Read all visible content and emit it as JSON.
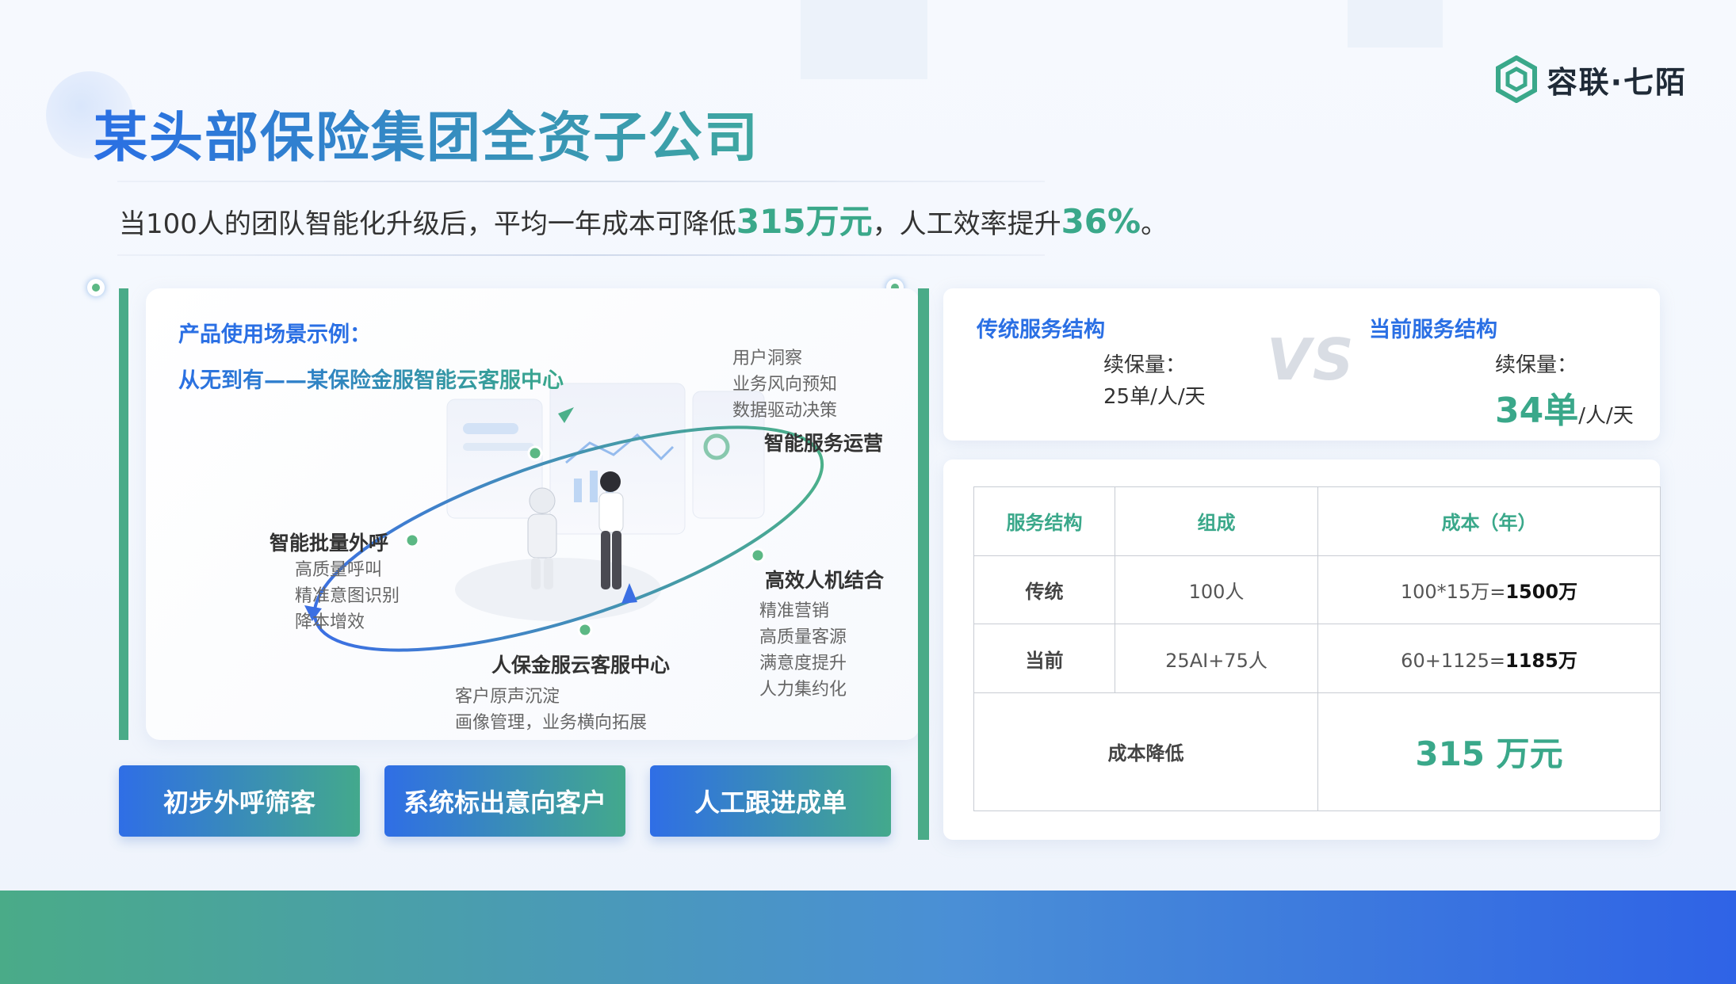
{
  "brand": {
    "logo_text": "容联·七陌"
  },
  "title": "某头部保险集团全资子公司",
  "subtitle": {
    "part1": "当100人的团队智能化升级后，平均一年成本可降低",
    "hl1": "315万元",
    "part2": "，人工效率提升",
    "hl2": "36%",
    "part3": "。"
  },
  "scene": {
    "heading1": "产品使用场景示例：",
    "heading2": "从无到有——某保险金服智能云客服中心",
    "nodes": {
      "ops": {
        "title": "智能服务运营",
        "items": [
          "用户洞察",
          "业务风向预知",
          "数据驱动决策"
        ]
      },
      "outbound": {
        "title": "智能批量外呼",
        "items": [
          "高质量呼叫",
          "精准意图识别",
          "降本增效"
        ]
      },
      "hybrid": {
        "title": "高效人机结合",
        "items": [
          "精准营销",
          "高质量客源",
          "满意度提升",
          "人力集约化"
        ]
      },
      "center": {
        "title": "人保金服云客服中心",
        "items": [
          "客户原声沉淀",
          "画像管理，业务横向拓展"
        ]
      }
    }
  },
  "steps": [
    "初步外呼筛客",
    "系统标出意向客户",
    "人工跟进成单"
  ],
  "comparison": {
    "traditional": {
      "heading": "传统服务结构",
      "label": "续保量：",
      "value": "25单/人/天"
    },
    "vs": "VS",
    "current": {
      "heading": "当前服务结构",
      "label": "续保量：",
      "value_big": "34单",
      "value_unit": "/人/天"
    }
  },
  "cost_table": {
    "headers": [
      "服务结构",
      "组成",
      "成本（年）"
    ],
    "rows": [
      {
        "name": "传统",
        "composition": "100人",
        "cost_prefix": "100*15万=",
        "cost_bold": "1500万"
      },
      {
        "name": "当前",
        "composition": "25AI+75人",
        "cost_prefix": "60+1125=",
        "cost_bold": "1185万"
      }
    ],
    "saving_label": "成本降低",
    "saving_value": "315 万元"
  },
  "colors": {
    "accent_blue": "#2a6fe4",
    "accent_green": "#3aa88a",
    "bar_green": "#4aab88"
  }
}
